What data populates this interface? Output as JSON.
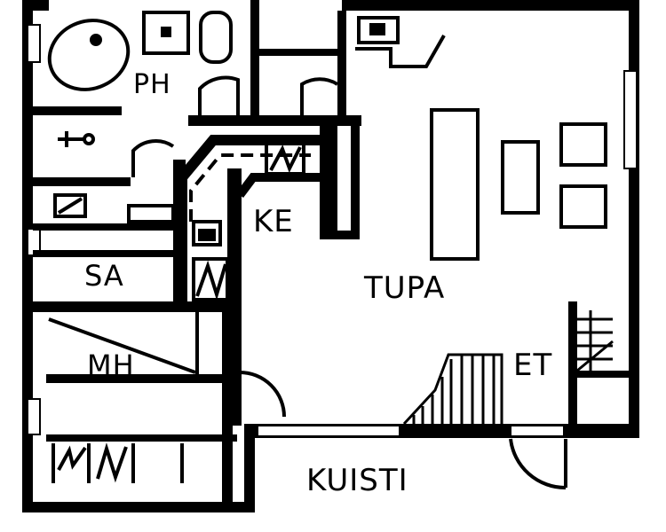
{
  "rooms": {
    "ph": "PH",
    "ke": "KE",
    "sa": "SA",
    "tupa": "TUPA",
    "mh": "MH",
    "et": "ET",
    "kuisti": "KUISTI"
  },
  "colors": {
    "wall": "#000000",
    "background": "#ffffff"
  }
}
